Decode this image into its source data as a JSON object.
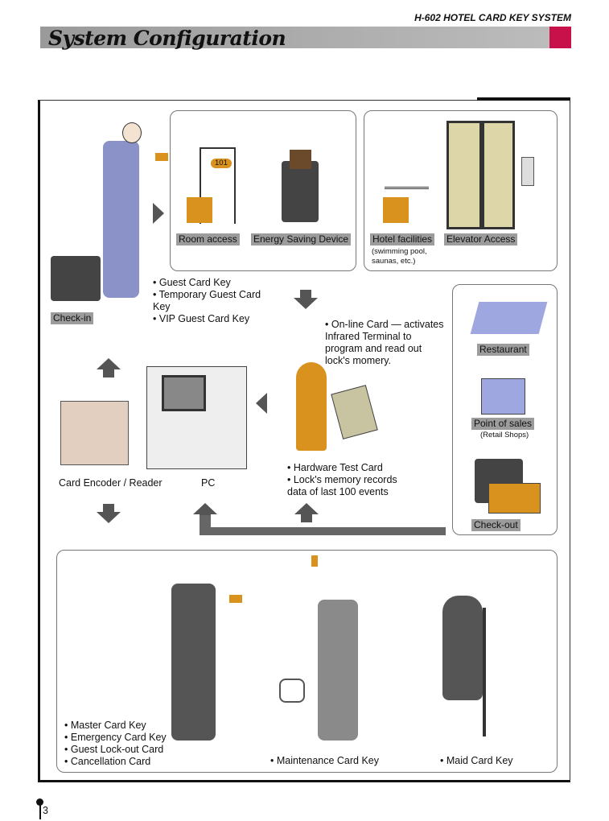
{
  "header": {
    "product": "H-602 HOTEL CARD KEY SYSTEM",
    "title": "System Configuration"
  },
  "checkin": {
    "label": "Check-in",
    "cards": [
      "Guest Card Key",
      "Temporary Guest Card Key",
      "VIP Guest Card Key"
    ]
  },
  "access": {
    "room": "Room access",
    "room_number": "101",
    "energy": "Energy Saving Device",
    "facilities": "Hotel facilities",
    "facilities_note": "(swimming pool, saunas, etc.)",
    "elevator": "Elevator Access"
  },
  "online": {
    "text": "On-line Card — activates Infrared Terminal to program and read out lock's momery."
  },
  "devices": {
    "encoder": "Card Encoder / Reader",
    "pc": "PC",
    "hardware": [
      "Hardware Test Card",
      "Lock's memory records data of last 100 events"
    ]
  },
  "right": {
    "restaurant": "Restaurant",
    "pos": "Point of sales",
    "pos_note": "(Retail Shops)",
    "checkout": "Check-out"
  },
  "staff": {
    "master": [
      "Master Card Key",
      "Emergency Card Key",
      "Guest Lock-out Card",
      "Cancellation Card"
    ],
    "maintenance": "Maintenance Card Key",
    "maid": "Maid Card Key"
  },
  "page_number": "3"
}
